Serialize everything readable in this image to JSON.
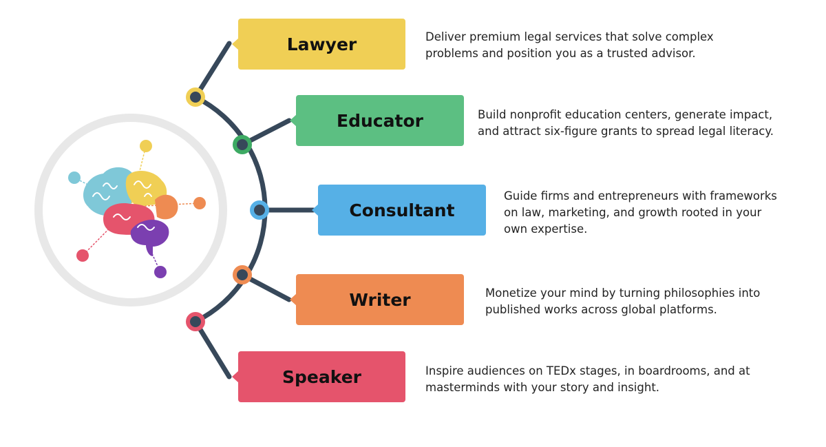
{
  "roles": [
    {
      "label": "Lawyer",
      "color": "#f0cf55",
      "node_color": "#f0cf55",
      "description": [
        "Deliver premium legal services that solve complex",
        "problems and position you as a trusted advisor."
      ]
    },
    {
      "label": "Educator",
      "color": "#5cbf82",
      "node_color": "#3daa63",
      "description": [
        "Build nonprofit education centers, generate impact,",
        "and attract six-figure grants to spread legal literacy."
      ]
    },
    {
      "label": "Consultant",
      "color": "#56b0e6",
      "node_color": "#56b0e6",
      "description": [
        "Guide firms and entrepreneurs with frameworks",
        "on law, marketing, and growth rooted in your",
        "own expertise."
      ]
    },
    {
      "label": "Writer",
      "color": "#ee8b52",
      "node_color": "#ee8b52",
      "description": [
        "Monetize your mind by turning philosophies into",
        "published works across global platforms."
      ]
    },
    {
      "label": "Speaker",
      "color": "#e5546c",
      "node_color": "#e5546c",
      "description": [
        "Inspire audiences on TEDx stages, in boardrooms, and at",
        "masterminds with your story and insight."
      ]
    }
  ],
  "colors": {
    "connector": "#37485a",
    "circle_fill": "#ffffff",
    "circle_ring": "#e8e8e8"
  },
  "brain": {
    "icon": "brain-icon",
    "lobe_colors": [
      "#7fc8d8",
      "#f0cf55",
      "#e5546c",
      "#ee8b52",
      "#7b3fb0"
    ],
    "dot_colors": [
      "#f0cf55",
      "#7fc8d8",
      "#ee8b52",
      "#e5546c",
      "#7b3fb0"
    ]
  }
}
